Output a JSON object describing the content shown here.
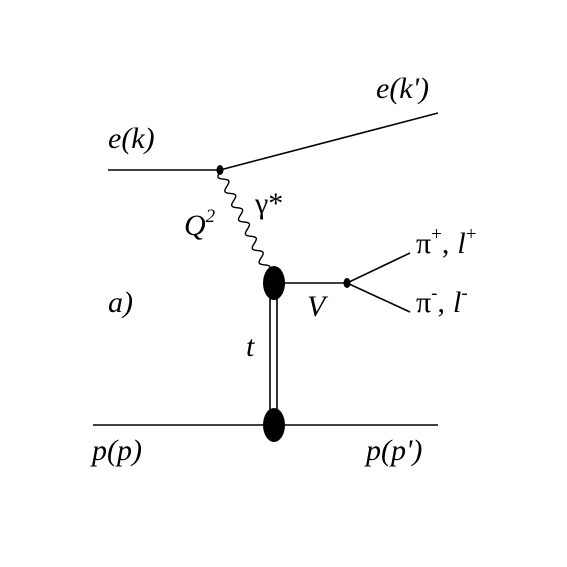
{
  "labels": {
    "incoming_electron": "e(k)",
    "outgoing_electron": "e(k')",
    "virtuality": "Q",
    "virtuality_power": "2",
    "virtual_photon": "γ*",
    "diagram_tag": "a)",
    "vector_meson": "V",
    "momentum_transfer": "t",
    "incoming_proton": "p(p)",
    "outgoing_proton": "p(p')",
    "decay_top_pion": "π",
    "decay_top_pion_charge": "+",
    "decay_top_sep": ",",
    "decay_top_lepton": "l",
    "decay_top_lepton_charge": "+",
    "decay_bottom_pion": "π",
    "decay_bottom_pion_charge": "-",
    "decay_bottom_sep": ",",
    "decay_bottom_lepton": "l",
    "decay_bottom_lepton_charge": "-"
  },
  "colors": {
    "ink": "#000000",
    "background": "#ffffff"
  }
}
